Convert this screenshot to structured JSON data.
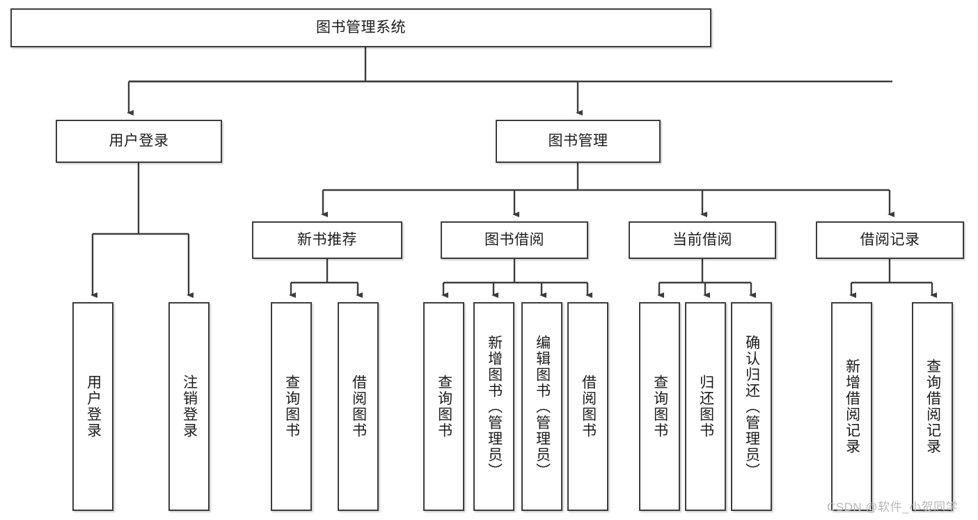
{
  "diagram": {
    "type": "tree-hierarchy",
    "orientation": "top-down",
    "root": {
      "id": "root",
      "label": "图书管理系统"
    },
    "level1": [
      {
        "id": "user-login",
        "label": "用户登录"
      },
      {
        "id": "book-management",
        "label": "图书管理"
      }
    ],
    "level2": [
      {
        "id": "new-book-recommend",
        "label": "新书推荐",
        "parent": "book-management"
      },
      {
        "id": "book-borrow",
        "label": "图书借阅",
        "parent": "book-management"
      },
      {
        "id": "current-borrow",
        "label": "当前借阅",
        "parent": "book-management"
      },
      {
        "id": "borrow-record",
        "label": "借阅记录",
        "parent": "book-management"
      }
    ],
    "leaves": [
      {
        "id": "leaf-user-login",
        "label": "用户登录",
        "parent": "user-login"
      },
      {
        "id": "leaf-logout-login",
        "label": "注销登录",
        "parent": "user-login"
      },
      {
        "id": "leaf-query-book-1",
        "label": "查询图书",
        "parent": "new-book-recommend"
      },
      {
        "id": "leaf-borrow-book-1",
        "label": "借阅图书",
        "parent": "new-book-recommend"
      },
      {
        "id": "leaf-query-book-2",
        "label": "查询图书",
        "parent": "book-borrow"
      },
      {
        "id": "leaf-add-book",
        "label": "新增图书（管理员）",
        "parent": "book-borrow"
      },
      {
        "id": "leaf-edit-book",
        "label": "编辑图书（管理员）",
        "parent": "book-borrow"
      },
      {
        "id": "leaf-borrow-book-2",
        "label": "借阅图书",
        "parent": "book-borrow"
      },
      {
        "id": "leaf-query-book-3",
        "label": "查询图书",
        "parent": "current-borrow"
      },
      {
        "id": "leaf-return-book",
        "label": "归还图书",
        "parent": "current-borrow"
      },
      {
        "id": "leaf-confirm-return",
        "label": "确认归还（管理员）",
        "parent": "current-borrow"
      },
      {
        "id": "leaf-add-record",
        "label": "新增借阅记录",
        "parent": "borrow-record"
      },
      {
        "id": "leaf-query-record",
        "label": "查询借阅记录",
        "parent": "borrow-record"
      }
    ],
    "watermark": "CSDN @软件_小贺同学",
    "colors": {
      "border": "#3c3c3c",
      "background": "#ffffff",
      "text": "#1b1b1b",
      "watermark": "#b9b9b9"
    }
  }
}
